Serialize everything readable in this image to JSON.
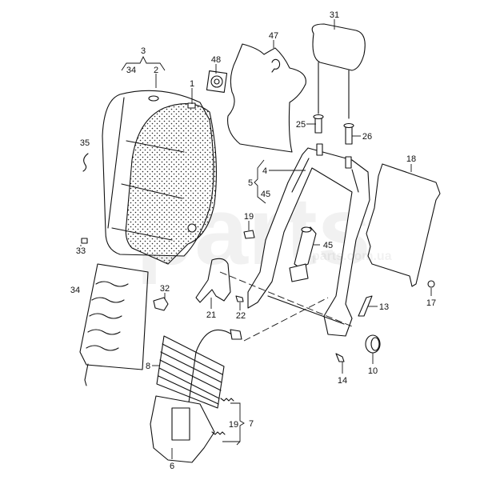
{
  "diagram": {
    "title": "Seat backrest exploded parts diagram",
    "watermark": "parts.com.ua",
    "labels": {
      "l31": "31",
      "l47": "47",
      "l48": "48",
      "l3": "3",
      "l34a": "34",
      "l2": "2",
      "l1": "1",
      "l35": "35",
      "l25": "25",
      "l26": "26",
      "l4": "4",
      "l5": "5",
      "l45a": "45",
      "l18": "18",
      "l19a": "19",
      "l45b": "45",
      "l33": "33",
      "l34b": "34",
      "l32": "32",
      "l21": "21",
      "l22": "22",
      "l13": "13",
      "l17": "17",
      "l8": "8",
      "l10": "10",
      "l14": "14",
      "l19b": "19",
      "l7": "7",
      "l6": "6"
    }
  }
}
